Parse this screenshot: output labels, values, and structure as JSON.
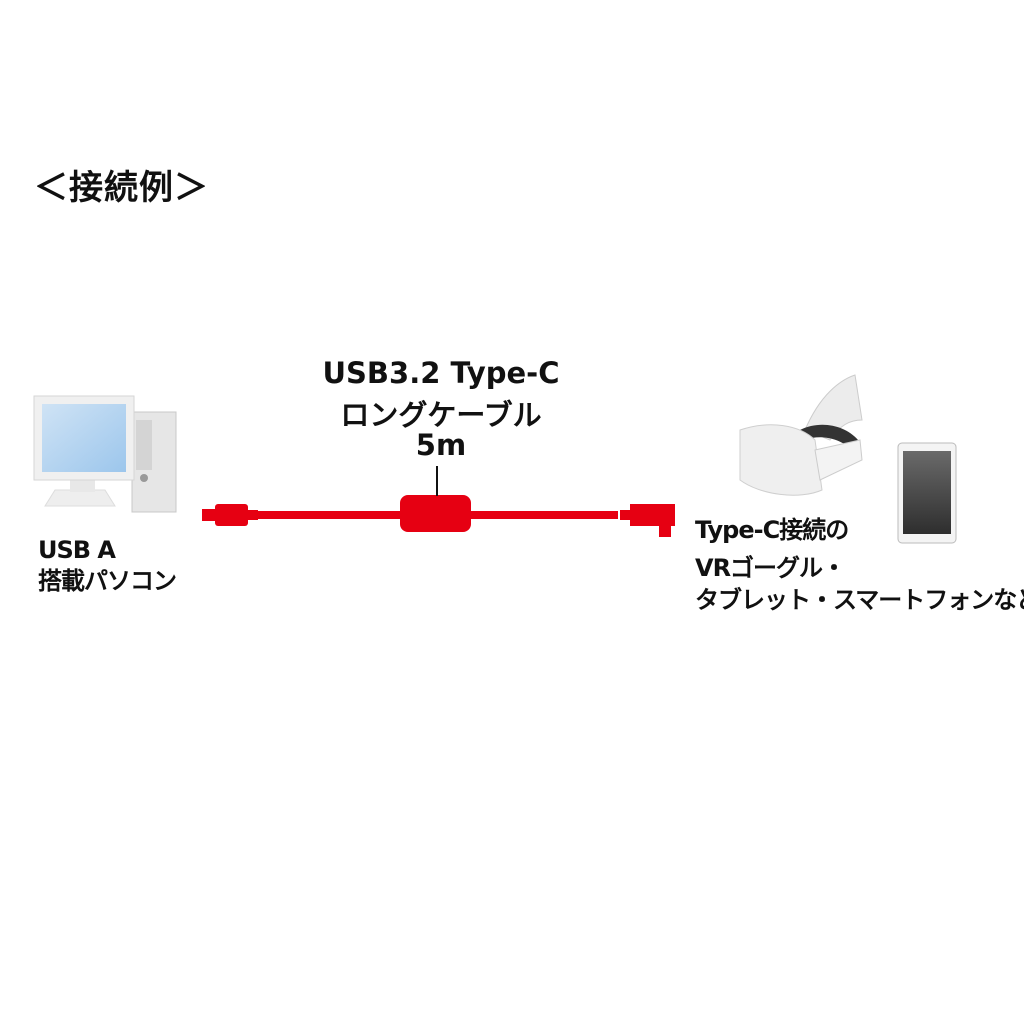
{
  "title": "＜接続例＞",
  "cable": {
    "name_line1": "USB3.2 Type-C",
    "name_line2": "ロングケーブル",
    "length": "5m",
    "color": "#e60012"
  },
  "left_device": {
    "line1": "USB A",
    "line2": "搭載パソコン",
    "icon": "desktop-pc-icon"
  },
  "right_device": {
    "line1": "Type-C接続の",
    "line2": "VRゴーグル・",
    "line3": "タブレット・スマートフォンなど",
    "icons": [
      "vr-headset-icon",
      "tablet-icon"
    ]
  }
}
